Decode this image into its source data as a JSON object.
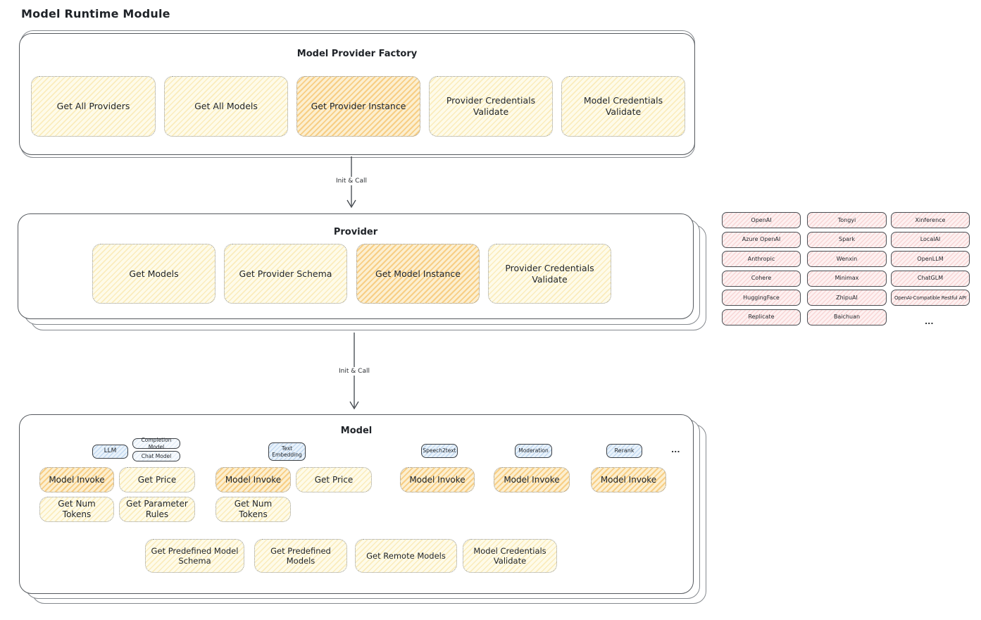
{
  "diagram_title": "Model Runtime Module",
  "colors": {
    "node_yellow": "#fefbe9",
    "node_orange_highlight": "#fcd98f",
    "tab_blue": "#e9f2fb",
    "provider_pink": "#fdf1f1",
    "outline": "#55595e"
  },
  "factory": {
    "title": "Model Provider Factory",
    "buttons": [
      {
        "label": "Get All Providers",
        "highlight": false
      },
      {
        "label": "Get All Models",
        "highlight": false
      },
      {
        "label": "Get Provider Instance",
        "highlight": true
      },
      {
        "label": "Provider Credentials Validate",
        "highlight": false
      },
      {
        "label": "Model Credentials Validate",
        "highlight": false
      }
    ]
  },
  "connectors": [
    {
      "label": "Init & Call"
    },
    {
      "label": "Init & Call"
    }
  ],
  "provider": {
    "title": "Provider",
    "buttons": [
      {
        "label": "Get Models",
        "highlight": false
      },
      {
        "label": "Get Provider Schema",
        "highlight": false
      },
      {
        "label": "Get Model Instance",
        "highlight": true
      },
      {
        "label": "Provider Credentials Validate",
        "highlight": false
      }
    ]
  },
  "provider_list": {
    "columns": [
      [
        "OpenAI",
        "Azure OpenAI",
        "Anthropic",
        "Cohere",
        "HuggingFace",
        "Replicate"
      ],
      [
        "Tongyi",
        "Spark",
        "Wenxin",
        "Minimax",
        "ZhipuAI",
        "Baichuan"
      ],
      [
        "Xinference",
        "LocalAI",
        "OpenLLM",
        "ChatGLM",
        "OpenAI-Compatible Restful API"
      ]
    ],
    "more_label": "..."
  },
  "model": {
    "title": "Model",
    "more_label": "...",
    "groups": [
      {
        "tab": "LLM",
        "sub_tabs": [
          "Completion Model",
          "Chat Model"
        ],
        "buttons": [
          {
            "label": "Model Invoke",
            "highlight": true
          },
          {
            "label": "Get Price",
            "highlight": false
          },
          {
            "label": "Get Num Tokens",
            "highlight": false
          },
          {
            "label": "Get Parameter Rules",
            "highlight": false
          }
        ]
      },
      {
        "tab": "Text Embedding",
        "buttons": [
          {
            "label": "Model Invoke",
            "highlight": true
          },
          {
            "label": "Get Price",
            "highlight": false
          },
          {
            "label": "Get Num Tokens",
            "highlight": false
          }
        ]
      },
      {
        "tab": "Speech2text",
        "buttons": [
          {
            "label": "Model Invoke",
            "highlight": true
          }
        ]
      },
      {
        "tab": "Moderation",
        "buttons": [
          {
            "label": "Model Invoke",
            "highlight": true
          }
        ]
      },
      {
        "tab": "Rerank",
        "buttons": [
          {
            "label": "Model Invoke",
            "highlight": true
          }
        ]
      }
    ],
    "shared_buttons": [
      "Get Predefined Model Schema",
      "Get Predefined Models",
      "Get Remote Models",
      "Model Credentials Validate"
    ]
  }
}
